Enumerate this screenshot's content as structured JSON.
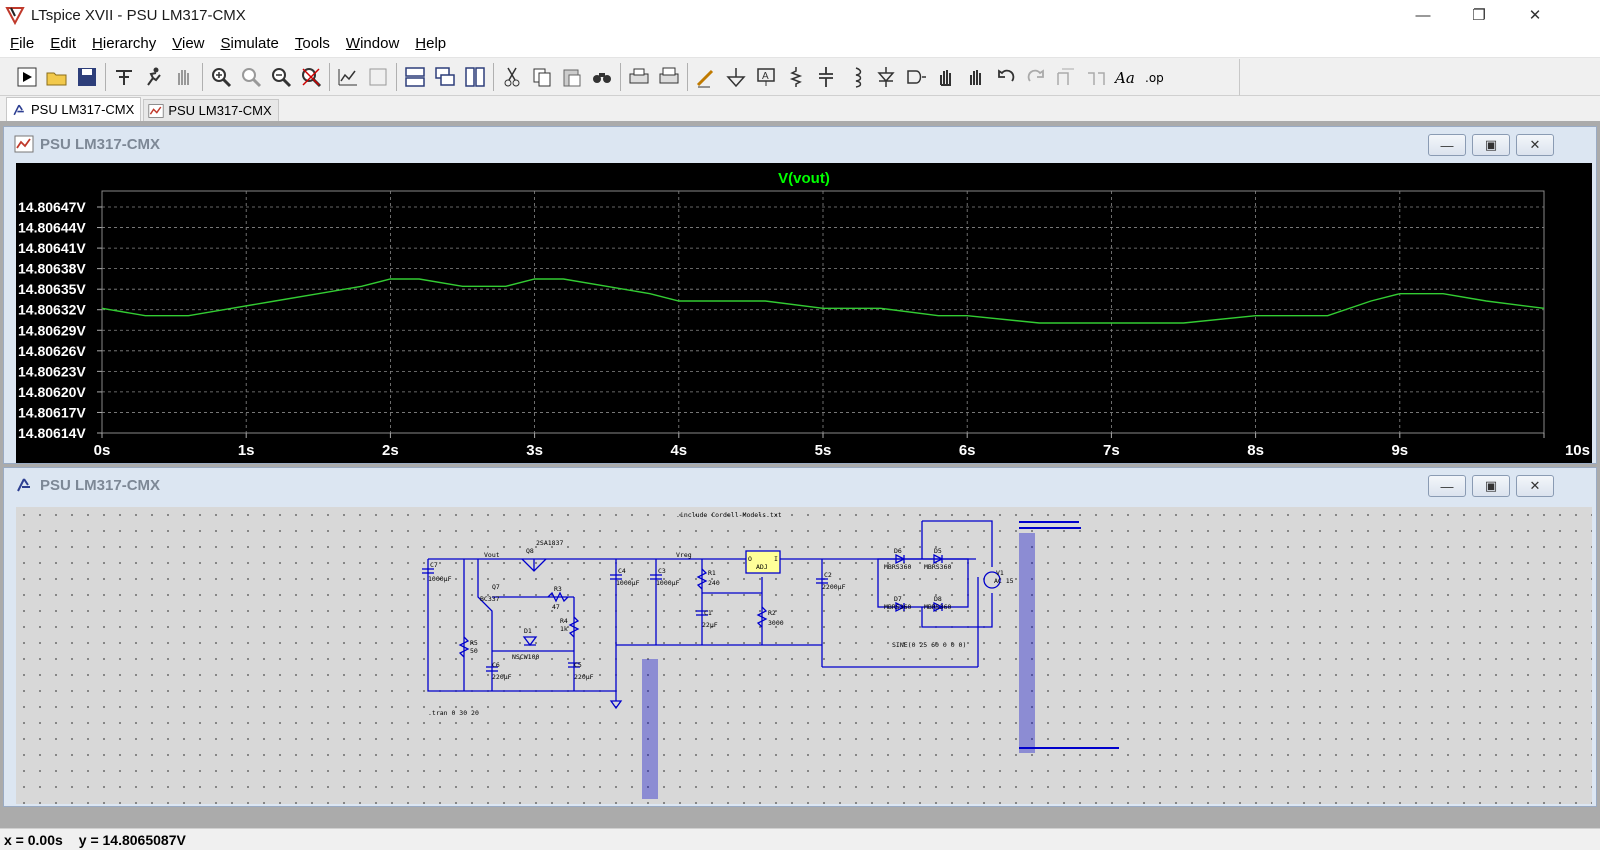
{
  "window": {
    "title": "LTspice XVII - PSU LM317-CMX",
    "controls": {
      "minimize": "—",
      "maximize": "❐",
      "close": "✕"
    }
  },
  "menu": [
    {
      "label": "File",
      "key": "F",
      "rest": "ile"
    },
    {
      "label": "Edit",
      "key": "E",
      "rest": "dit"
    },
    {
      "label": "Hierarchy",
      "key": "H",
      "rest": "ierarchy"
    },
    {
      "label": "View",
      "key": "V",
      "rest": "iew"
    },
    {
      "label": "Simulate",
      "key": "S",
      "rest": "imulate"
    },
    {
      "label": "Tools",
      "key": "T",
      "rest": "ools"
    },
    {
      "label": "Window",
      "key": "W",
      "rest": "indow"
    },
    {
      "label": "Help",
      "key": "H",
      "rest": "elp"
    }
  ],
  "toolbar": {
    "groups": [
      [
        "run-icon",
        "open-icon",
        "save-icon"
      ],
      [
        "control-panel-icon",
        "run-sim-icon",
        "halt-icon"
      ],
      [
        "zoom-in-icon",
        "pan-icon",
        "zoom-out-icon",
        "zoom-cancel-icon"
      ],
      [
        "autorange-icon",
        "plot-settings-icon"
      ],
      [
        "tile-horizontal-icon",
        "cascade-icon",
        "tile-vertical-icon"
      ],
      [
        "cut-icon",
        "copy-icon",
        "paste-icon",
        "find-icon"
      ],
      [
        "print-setup-icon",
        "print-icon"
      ],
      [
        "wire-icon",
        "ground-icon",
        "label-net-icon",
        "resistor-icon",
        "capacitor-icon",
        "inductor-icon",
        "diode-icon",
        "component-icon",
        "move-icon",
        "drag-icon",
        "undo-icon",
        "redo-icon",
        "rotate-icon",
        "mirror-icon",
        "text-icon",
        "spice-directive-icon"
      ]
    ],
    "text_labels": {
      "text": "Aa",
      "directive": ".op"
    }
  },
  "tabs": [
    {
      "label": "PSU LM317-CMX",
      "icon": "schematic-icon",
      "active": true
    },
    {
      "label": "PSU LM317-CMX",
      "icon": "waveform-icon",
      "active": false
    }
  ],
  "waveform_window": {
    "title": "PSU LM317-CMX",
    "icon": "waveform-icon"
  },
  "schematic_window": {
    "title": "PSU LM317-CMX",
    "icon": "schematic-icon",
    "labels": {
      "include": ".include Cordell-Models.txt",
      "tran": ".tran 0 30 20",
      "sine": "SINE(0 25 60 0 0 0)",
      "vout": "Vout",
      "vreg": "Vreg",
      "q8": "Q8",
      "q8_model": "2SA1837",
      "q7": "Q7",
      "q7_model": "BC337",
      "c7": "C7",
      "c7_val": "1000µF",
      "r5": "R5",
      "r5_val": "50",
      "c6": "C6",
      "c6_val": "220µF",
      "r3": "R3",
      "r3_val": "47",
      "r4": "R4",
      "r4_val": "1k",
      "d1": "D1",
      "d1_model": "NSCW100",
      "c5": "C5",
      "c5_val": "220µF",
      "c4": "C4",
      "c4_val": "1000µF",
      "c3": "C3",
      "c3_val": "1000µF",
      "r1": "R1",
      "r1_val": "240",
      "c1": "C1",
      "c1_val": "22µF",
      "u1_o": "O",
      "u1_i": "I",
      "u1_adj": "ADJ",
      "r2": "R2",
      "r2_val": "3000",
      "c2": "C2",
      "c2_val": "2200µF",
      "d6": "D6",
      "d5": "D5",
      "d7": "D7",
      "d8": "D8",
      "mbrs": "MBRS360",
      "v1": "V1",
      "v1_val": "AC 15"
    }
  },
  "status": {
    "x": "x = 0.00s",
    "y": "y = 14.8065087V"
  },
  "chart_data": {
    "type": "line",
    "title": "V(vout)",
    "xlabel": "",
    "ylabel": "",
    "x_ticks": [
      "0s",
      "1s",
      "2s",
      "3s",
      "4s",
      "5s",
      "6s",
      "7s",
      "8s",
      "9s",
      "10s"
    ],
    "y_ticks": [
      "14.80647V",
      "14.80644V",
      "14.80641V",
      "14.80638V",
      "14.80635V",
      "14.80632V",
      "14.80629V",
      "14.80626V",
      "14.80623V",
      "14.80620V",
      "14.80617V",
      "14.80614V"
    ],
    "xlim": [
      0,
      10
    ],
    "ylim": [
      14.80614,
      14.80647
    ],
    "grid": true,
    "colors": {
      "trace": "#33cc33",
      "grid": "#888888",
      "background": "#000000",
      "title": "#00ff00"
    },
    "series": [
      {
        "x": [
          0,
          0.3,
          0.6,
          0.9,
          1.2,
          1.5,
          1.8,
          2.0,
          2.2,
          2.5,
          2.8,
          3.0,
          3.2,
          3.5,
          3.8,
          4.0,
          4.3,
          4.6,
          5.0,
          5.4,
          5.8,
          6.0,
          6.5,
          7.0,
          7.5,
          8.0,
          8.5,
          8.8,
          9.0,
          9.3,
          9.6,
          10.0
        ],
        "y": [
          14.80631,
          14.8063,
          14.8063,
          14.80631,
          14.80632,
          14.80633,
          14.80634,
          14.80635,
          14.80635,
          14.80634,
          14.80634,
          14.80635,
          14.80635,
          14.80634,
          14.80633,
          14.80632,
          14.80632,
          14.80632,
          14.80631,
          14.80631,
          14.8063,
          14.8063,
          14.80629,
          14.80629,
          14.80629,
          14.8063,
          14.8063,
          14.80632,
          14.80633,
          14.80633,
          14.80632,
          14.80631
        ]
      }
    ]
  }
}
